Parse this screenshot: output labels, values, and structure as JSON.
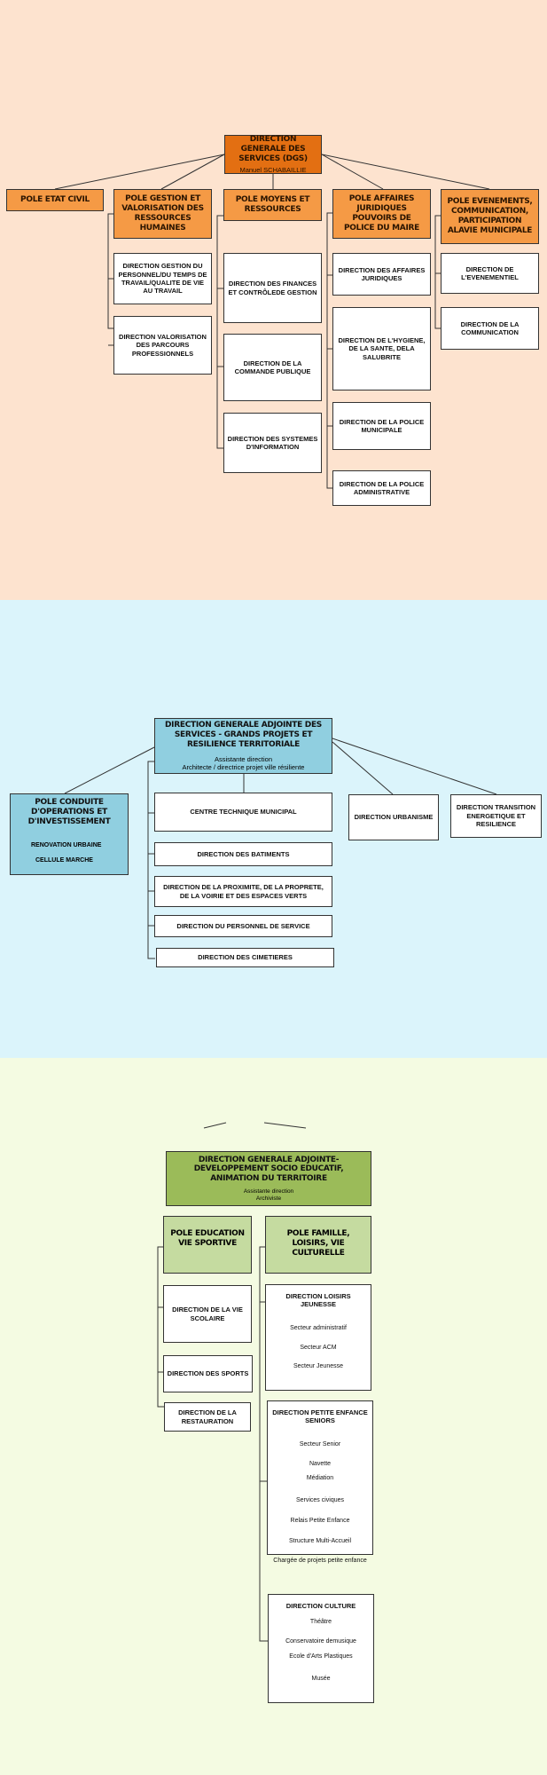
{
  "dgs": {
    "title": "DIRECTION GENERALE DES SERVICES (DGS)",
    "name": "Manuel SCHABAILLIE",
    "poles": [
      {
        "label": "POLE ETAT CIVIL",
        "directions": []
      },
      {
        "label": "POLE GESTION ET VALORISATION DES RESSOURCES HUMAINES",
        "directions": [
          "DIRECTION GESTION DU PERSONNEL/DU TEMPS DE TRAVAIL/QUALITE DE VIE AU TRAVAIL",
          "DIRECTION VALORISATION DES PARCOURS PROFESSIONNELS"
        ]
      },
      {
        "label": "POLE MOYENS ET RESSOURCES",
        "directions": [
          "DIRECTION DES FINANCES ET CONTRÔLEDE GESTION",
          "DIRECTION DE LA COMMANDE PUBLIQUE",
          "DIRECTION DES SYSTEMES D'INFORMATION"
        ]
      },
      {
        "label": "POLE AFFAIRES JURIDIQUES POUVOIRS DE POLICE DU MAIRE",
        "directions": [
          "DIRECTION DES AFFAIRES JURIDIQUES",
          "DIRECTION DE L'HYGIENE, DE LA SANTE, DELA SALUBRITE",
          "DIRECTION DE LA POLICE MUNICIPALE",
          "DIRECTION DE LA POLICE ADMINISTRATIVE"
        ]
      },
      {
        "label": "POLE EVENEMENTS, COMMUNICATION, PARTICIPATION ALAVIE MUNICIPALE",
        "directions": [
          "DIRECTION DE L'EVENEMENTIEL",
          "DIRECTION DE LA COMMUNICATION"
        ]
      }
    ]
  },
  "dgas1": {
    "title": "DIRECTION GENERALE ADJOINTE DES SERVICES - GRANDS PROJETS ET RESILIENCE TERRITORIALE",
    "sub1": "Assistante direction",
    "sub2": "Architecte / directrice projet ville résiliente",
    "pole": {
      "label": "POLE CONDUITE D'OPERATIONS ET D'INVESTISSEMENT",
      "items": [
        "RENOVATION URBAINE",
        "CELLULE MARCHE"
      ]
    },
    "left_directions": [
      "CENTRE TECHNIQUE MUNICIPAL",
      "DIRECTION DES BATIMENTS",
      "DIRECTION DE LA PROXIMITE, DE LA PROPRETE, DE LA VOIRIE ET DES ESPACES VERTS",
      "DIRECTION DU PERSONNEL DE SERVICE",
      "DIRECTION DES CIMETIERES"
    ],
    "right_directions": [
      "DIRECTION URBANISME",
      "DIRECTION TRANSITION ENERGETIQUE ET RESILIENCE"
    ]
  },
  "dgas2": {
    "title": "DIRECTION GENERALE ADJOINTE-DEVELOPPEMENT SOCIO EDUCATIF, ANIMATION DU TERRITOIRE",
    "sub1": "Assistante direction",
    "sub2": "Archiviste",
    "pole_education": {
      "label": "POLE EDUCATION VIE SPORTIVE",
      "directions": [
        "DIRECTION DE LA VIE SCOLAIRE",
        "DIRECTION DES SPORTS",
        "DIRECTION DE LA RESTAURATION"
      ]
    },
    "pole_famille": {
      "label": "POLE FAMILLE, LOISIRS, VIE CULTURELLE",
      "directions": [
        {
          "label": "DIRECTION LOISIRS JEUNESSE",
          "items": [
            "Secteur administratif",
            "Secteur ACM",
            "Secteur Jeunesse"
          ]
        },
        {
          "label": "DIRECTION PETITE ENFANCE SENIORS",
          "items": [
            "Secteur Senior",
            "Navette",
            "Médiation",
            "Services civiques",
            "Relais Petite Enfance",
            "Structure Multi-Accueil",
            "Chargée de projets petite enfance"
          ]
        },
        {
          "label": "DIRECTION CULTURE",
          "items": [
            "Théâtre",
            "Conservatoire demusique",
            "Ecole d'Arts Plastiques",
            "Musée"
          ]
        }
      ]
    }
  },
  "colors": {
    "section1_bg": "#fde3cf",
    "section2_bg": "#dbf4fb",
    "section3_bg": "#f4fbe2",
    "orange": "#f59a45",
    "dark_orange": "#e36f12",
    "blue": "#90cfe0",
    "green": "#9bbb59",
    "light_green": "#c5dba0"
  }
}
